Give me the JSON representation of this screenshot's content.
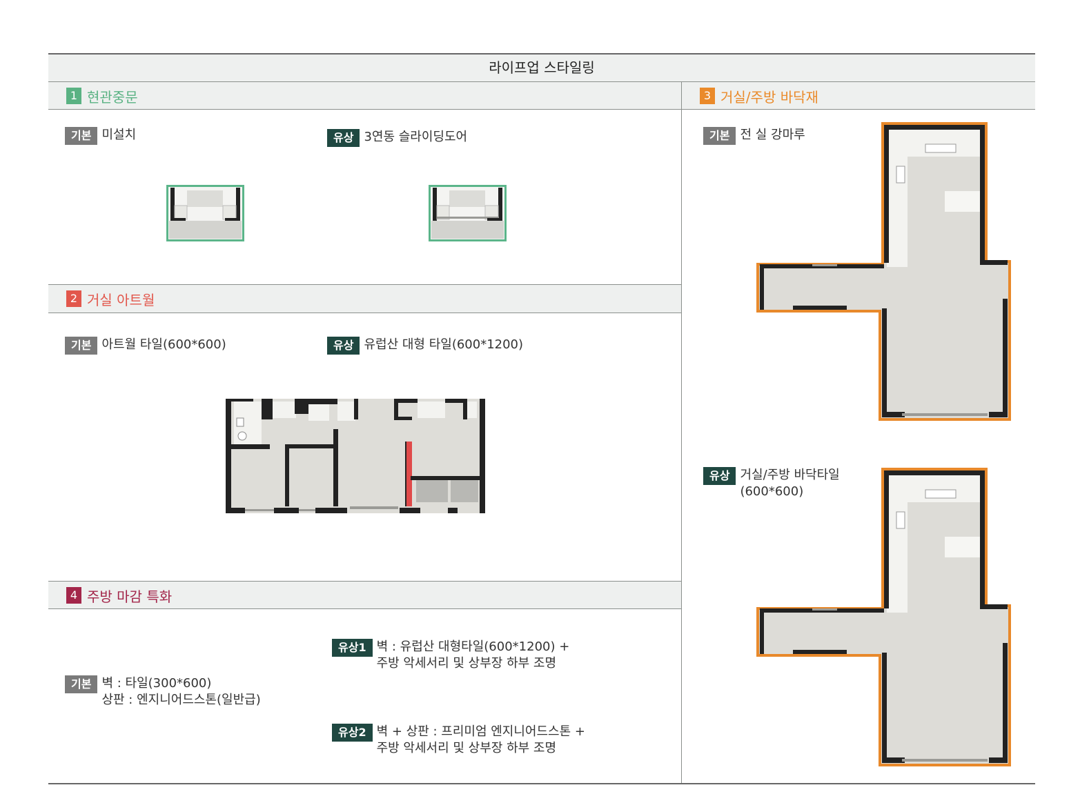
{
  "header": {
    "title": "라이프업 스타일링"
  },
  "sections": {
    "s1": {
      "number": "1",
      "title": "현관중문",
      "color": "#5ab283",
      "basic": {
        "tag": "기본",
        "text": "미설치"
      },
      "paid": {
        "tag": "유상",
        "text": "3연동 슬라이딩도어"
      }
    },
    "s2": {
      "number": "2",
      "title": "거실 아트월",
      "color": "#e2574c",
      "basic": {
        "tag": "기본",
        "text": "아트월 타일(600*600)"
      },
      "paid": {
        "tag": "유상",
        "text": "유럽산 대형 타일(600*1200)"
      }
    },
    "s3": {
      "number": "3",
      "title": "거실/주방 바닥재",
      "color": "#ea8a2a",
      "basic": {
        "tag": "기본",
        "text": "전 실 강마루"
      },
      "paid": {
        "tag": "유상",
        "text": "거실/주방 바닥타일\n(600*600)"
      }
    },
    "s4": {
      "number": "4",
      "title": "주방 마감 특화",
      "color": "#a3264a",
      "basic": {
        "tag": "기본",
        "text": "벽 : 타일(300*600)\n상판 : 엔지니어드스톤(일반급)"
      },
      "paid1": {
        "tag": "유상1",
        "text": "벽 : 유럽산 대형타일(600*1200) +\n주방 악세서리 및 상부장 하부 조명"
      },
      "paid2": {
        "tag": "유상2",
        "text": "벽 + 상판 : 프리미엄 엔지니어드스톤 +\n주방 악세서리 및 상부장 하부 조명"
      }
    }
  },
  "colors": {
    "basic_tag": "#7a7a7a",
    "paid_tag": "#1f4841",
    "band": "#eef0ef",
    "highlight_green": "#5bb58a",
    "highlight_orange": "#e8892b",
    "artwall": "#e04a4a"
  }
}
